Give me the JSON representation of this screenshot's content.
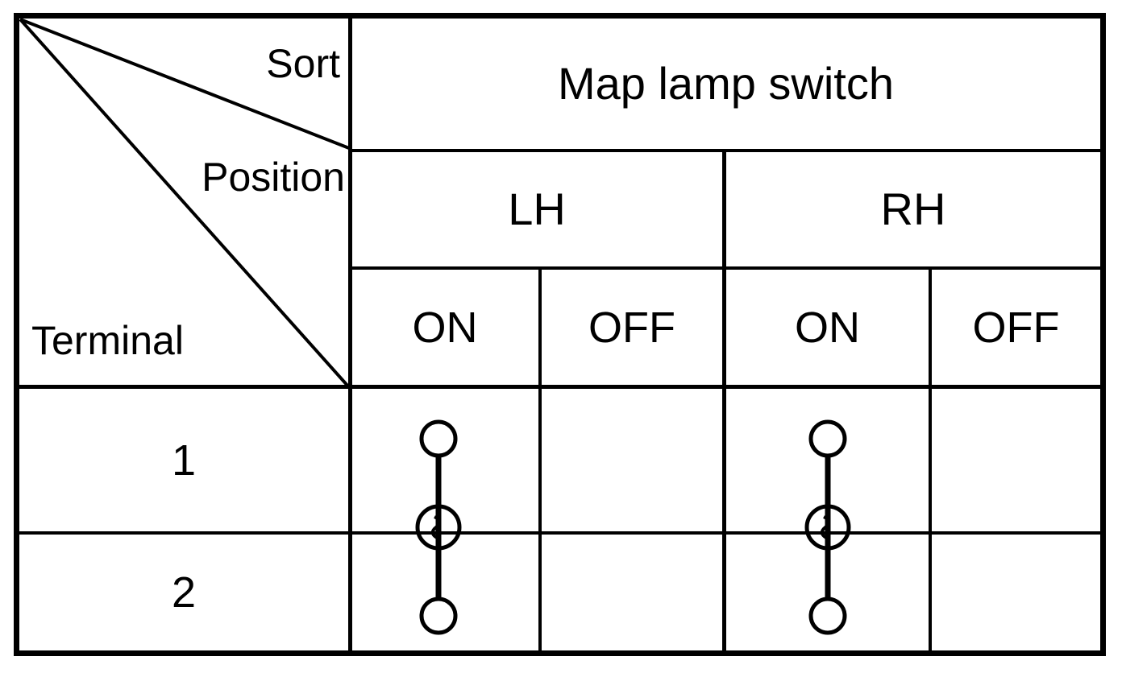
{
  "table": {
    "title": "Map lamp switch",
    "corner_labels": {
      "top": "Sort",
      "middle": "Position",
      "bottom": "Terminal"
    },
    "sides": [
      "LH",
      "RH"
    ],
    "states": [
      "ON",
      "OFF",
      "ON",
      "OFF"
    ],
    "terminal_rows": [
      "1",
      "2"
    ],
    "continuity": {
      "symbol_name": "continuity-probe-symbol",
      "present_in_columns": [
        "LH-ON",
        "RH-ON"
      ],
      "cells": [
        {
          "column": "LH-ON",
          "connected": "yes"
        },
        {
          "column": "LH-OFF",
          "connected": "no"
        },
        {
          "column": "RH-ON",
          "connected": "yes"
        },
        {
          "column": "RH-OFF",
          "connected": "no"
        }
      ]
    },
    "colors": {
      "ink": "#000000",
      "paper": "#ffffff"
    }
  }
}
